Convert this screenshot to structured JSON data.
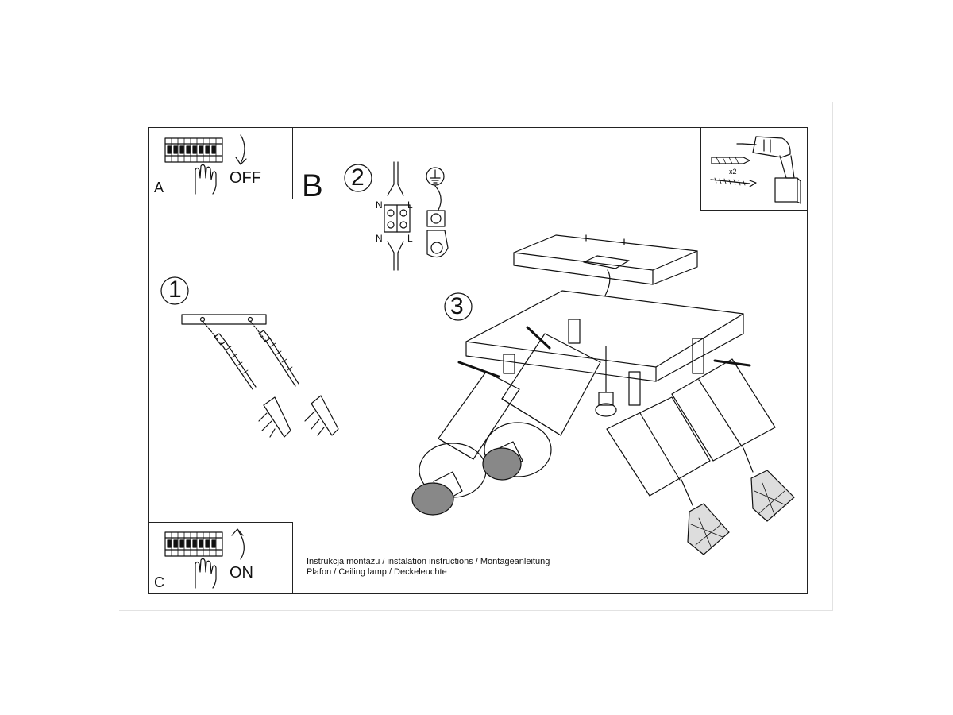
{
  "panel_a": {
    "letter": "A",
    "switch_word": "OFF"
  },
  "panel_c": {
    "letter": "C",
    "switch_word": "ON"
  },
  "section_b": {
    "letter": "B"
  },
  "steps": [
    {
      "number": "1"
    },
    {
      "number": "2"
    },
    {
      "number": "3"
    }
  ],
  "wiring": {
    "neutral_top": "N",
    "live_top": "L",
    "neutral_bottom": "N",
    "live_bottom": "L"
  },
  "tools": {
    "dowel_count": "x2"
  },
  "caption": {
    "line1": "Instrukcja montażu / instalation instructions / Montageanleitung",
    "line2": "Plafon / Ceiling lamp / Deckeleuchte"
  },
  "icons": {
    "breaker": "circuit-breaker-icon",
    "hand": "hand-icon",
    "off_arrow": "arrow-down-icon",
    "on_arrow": "arrow-up-icon",
    "drill": "drill-icon",
    "earth": "earth-ground-icon"
  }
}
